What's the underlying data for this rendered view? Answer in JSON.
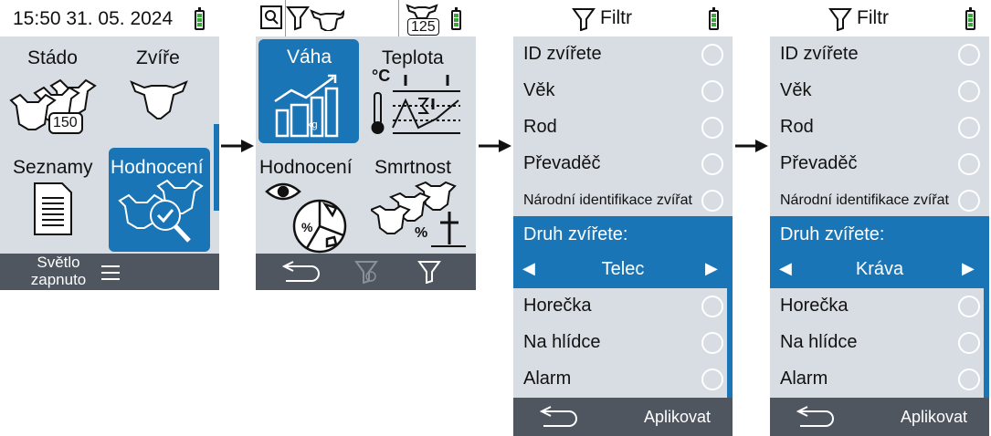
{
  "screen1": {
    "datetime": "15:50 31. 05. 2024",
    "tiles": {
      "herd": "Stádo",
      "animals": "Zvíře",
      "lists": "Seznamy",
      "evaluation": "Hodnocení",
      "herd_count": "150"
    },
    "bottom": {
      "light_line1": "Světlo",
      "light_line2": "zapnuto"
    }
  },
  "screen2": {
    "herd_count": "125",
    "tiles": {
      "weight": "Váha",
      "temperature": "Teplota",
      "evaluation": "Hodnocení",
      "mortality": "Smrtnost",
      "celsius": "°C",
      "kg": "kg"
    }
  },
  "filter_screen_common": {
    "title": "Filtr",
    "items_top": [
      "ID zvířete",
      "Věk",
      "Rod",
      "Převaděč",
      "Národní identifikace zvířat"
    ],
    "section_label": "Druh zvířete:",
    "items_bottom": [
      "Horečka",
      "Na hlídce",
      "Alarm"
    ],
    "apply": "Aplikovat"
  },
  "screen3": {
    "species_value": "Telec"
  },
  "screen4": {
    "species_value": "Kráva"
  },
  "colors": {
    "accent": "#1a75b6",
    "panel": "#d7dde3",
    "bar": "#4f5660",
    "battery": "#3aa53a"
  }
}
